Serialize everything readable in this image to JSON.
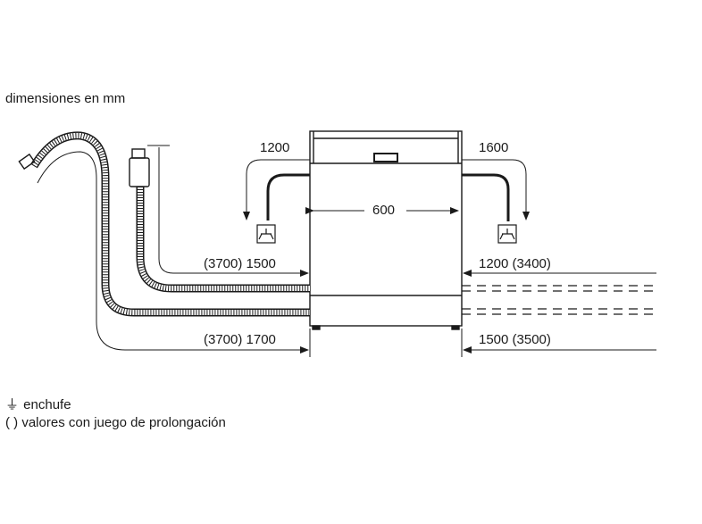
{
  "title": "dimensiones en mm",
  "dimensions": {
    "width": "600",
    "cord_left_top": "1200",
    "cord_right_top": "1600",
    "hose_left_upper": "(3700) 1500",
    "hose_left_lower": "(3700) 1700",
    "hose_right_upper": "1200 (3400)",
    "hose_right_lower": "1500 (3500)"
  },
  "legend": {
    "plug_symbol": "⏚",
    "plug_label": "enchufe",
    "paren_symbol": "( )",
    "paren_label": "valores con juego de prolongación"
  },
  "colors": {
    "line": "#1a1a1a",
    "background": "#ffffff"
  },
  "icons": [
    "plug-icon",
    "drain-hose-icon",
    "inlet-valve-icon",
    "arrow-icon"
  ]
}
